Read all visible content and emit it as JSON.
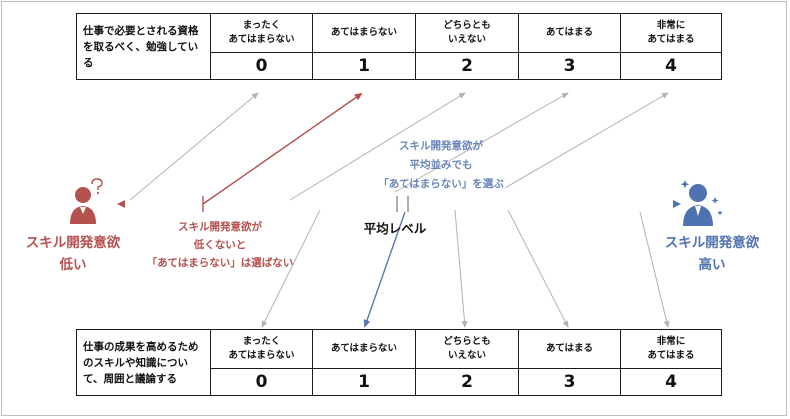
{
  "top_table": {
    "question": "仕事で必要とされる資格を取るべく、勉強している",
    "options": [
      {
        "label_line1": "まったく",
        "label_line2": "あてはまらない",
        "value": "0"
      },
      {
        "label_line1": "あてはまらない",
        "label_line2": "",
        "value": "1"
      },
      {
        "label_line1": "どちらとも",
        "label_line2": "いえない",
        "value": "2"
      },
      {
        "label_line1": "あてはまる",
        "label_line2": "",
        "value": "3"
      },
      {
        "label_line1": "非常に",
        "label_line2": "あてはまる",
        "value": "4"
      }
    ]
  },
  "bottom_table": {
    "question": "仕事の成果を高めるためのスキルや知識について、周囲と議論する",
    "options": [
      {
        "label_line1": "まったく",
        "label_line2": "あてはまらない",
        "value": "0"
      },
      {
        "label_line1": "あてはまらない",
        "label_line2": "",
        "value": "1"
      },
      {
        "label_line1": "どちらとも",
        "label_line2": "いえない",
        "value": "2"
      },
      {
        "label_line1": "あてはまる",
        "label_line2": "",
        "value": "3"
      },
      {
        "label_line1": "非常に",
        "label_line2": "あてはまる",
        "value": "4"
      }
    ]
  },
  "left_pole": {
    "line1": "スキル開発意欲",
    "line2": "低い",
    "color": "#b5514f",
    "icon": "confused-person-icon"
  },
  "right_pole": {
    "line1": "スキル開発意欲",
    "line2": "高い",
    "color": "#4f72b0",
    "icon": "confident-person-icon"
  },
  "red_note": {
    "line1": "スキル開発意欲が",
    "line2": "低くないと",
    "line3": "「あてはまらない」は選ばない",
    "color": "#b5514f"
  },
  "blue_note": {
    "line1": "スキル開発意欲が",
    "line2": "平均並みでも",
    "line3": "「あてはまらない」を選ぶ",
    "color": "#6a86b8"
  },
  "average_label": "平均レベル",
  "colors": {
    "arrow_gray": "#b3b3b3",
    "red_arrow": "#b24f4f",
    "blue_arrow": "#5a78b0"
  }
}
